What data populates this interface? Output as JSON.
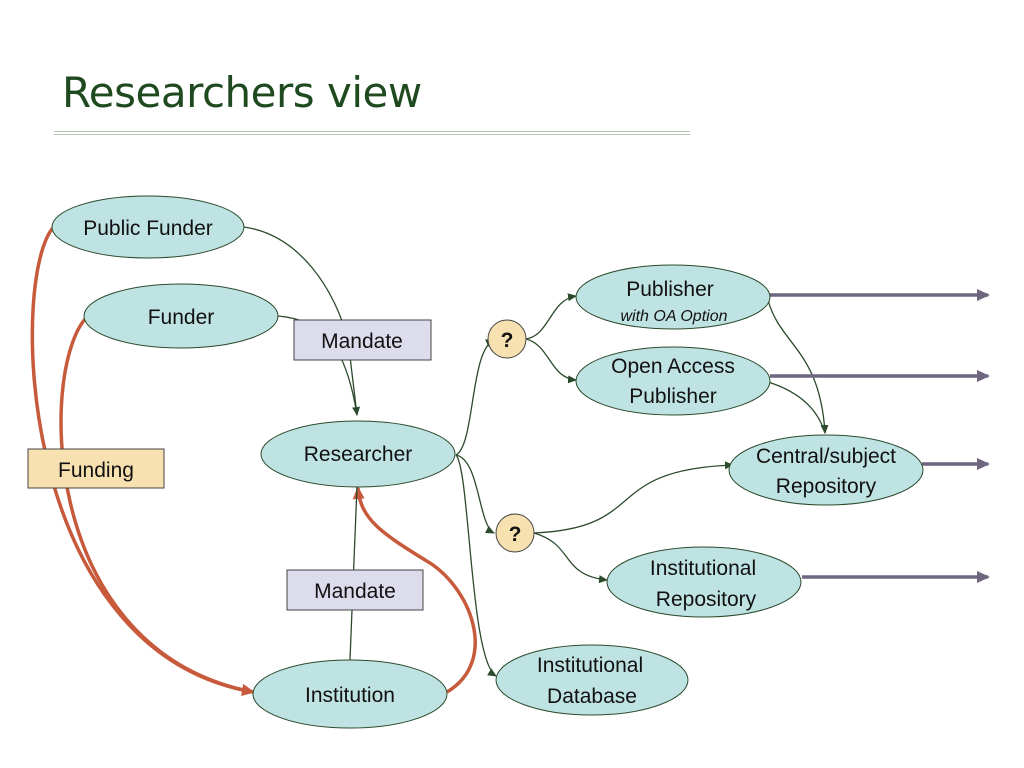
{
  "title": "Researchers view",
  "nodes": {
    "public_funder": "Public Funder",
    "funder": "Funder",
    "researcher": "Researcher",
    "institution": "Institution",
    "publisher": "Publisher",
    "publisher_sub": "with OA Option",
    "oa_publisher_line1": "Open Access",
    "oa_publisher_line2": "Publisher",
    "central_repo_line1": "Central/subject",
    "central_repo_line2": "Repository",
    "inst_repo_line1": "Institutional",
    "inst_repo_line2": "Repository",
    "inst_db_line1": "Institutional",
    "inst_db_line2": "Database"
  },
  "boxes": {
    "mandate_top": "Mandate",
    "mandate_bottom": "Mandate",
    "funding": "Funding"
  },
  "decisions": {
    "q_top": "?",
    "q_bottom": "?"
  },
  "colors": {
    "title": "#1f4a1f",
    "ellipse_fill": "#bfe3e2",
    "ellipse_stroke": "#2c4a2c",
    "connector": "#2c4a2c",
    "funding_arrow": "#c85a3c",
    "output_arrow": "#6e6680",
    "mandate_fill": "#dcdcec",
    "funding_fill": "#f8e1b0",
    "decision_fill": "#f8e1b0"
  }
}
